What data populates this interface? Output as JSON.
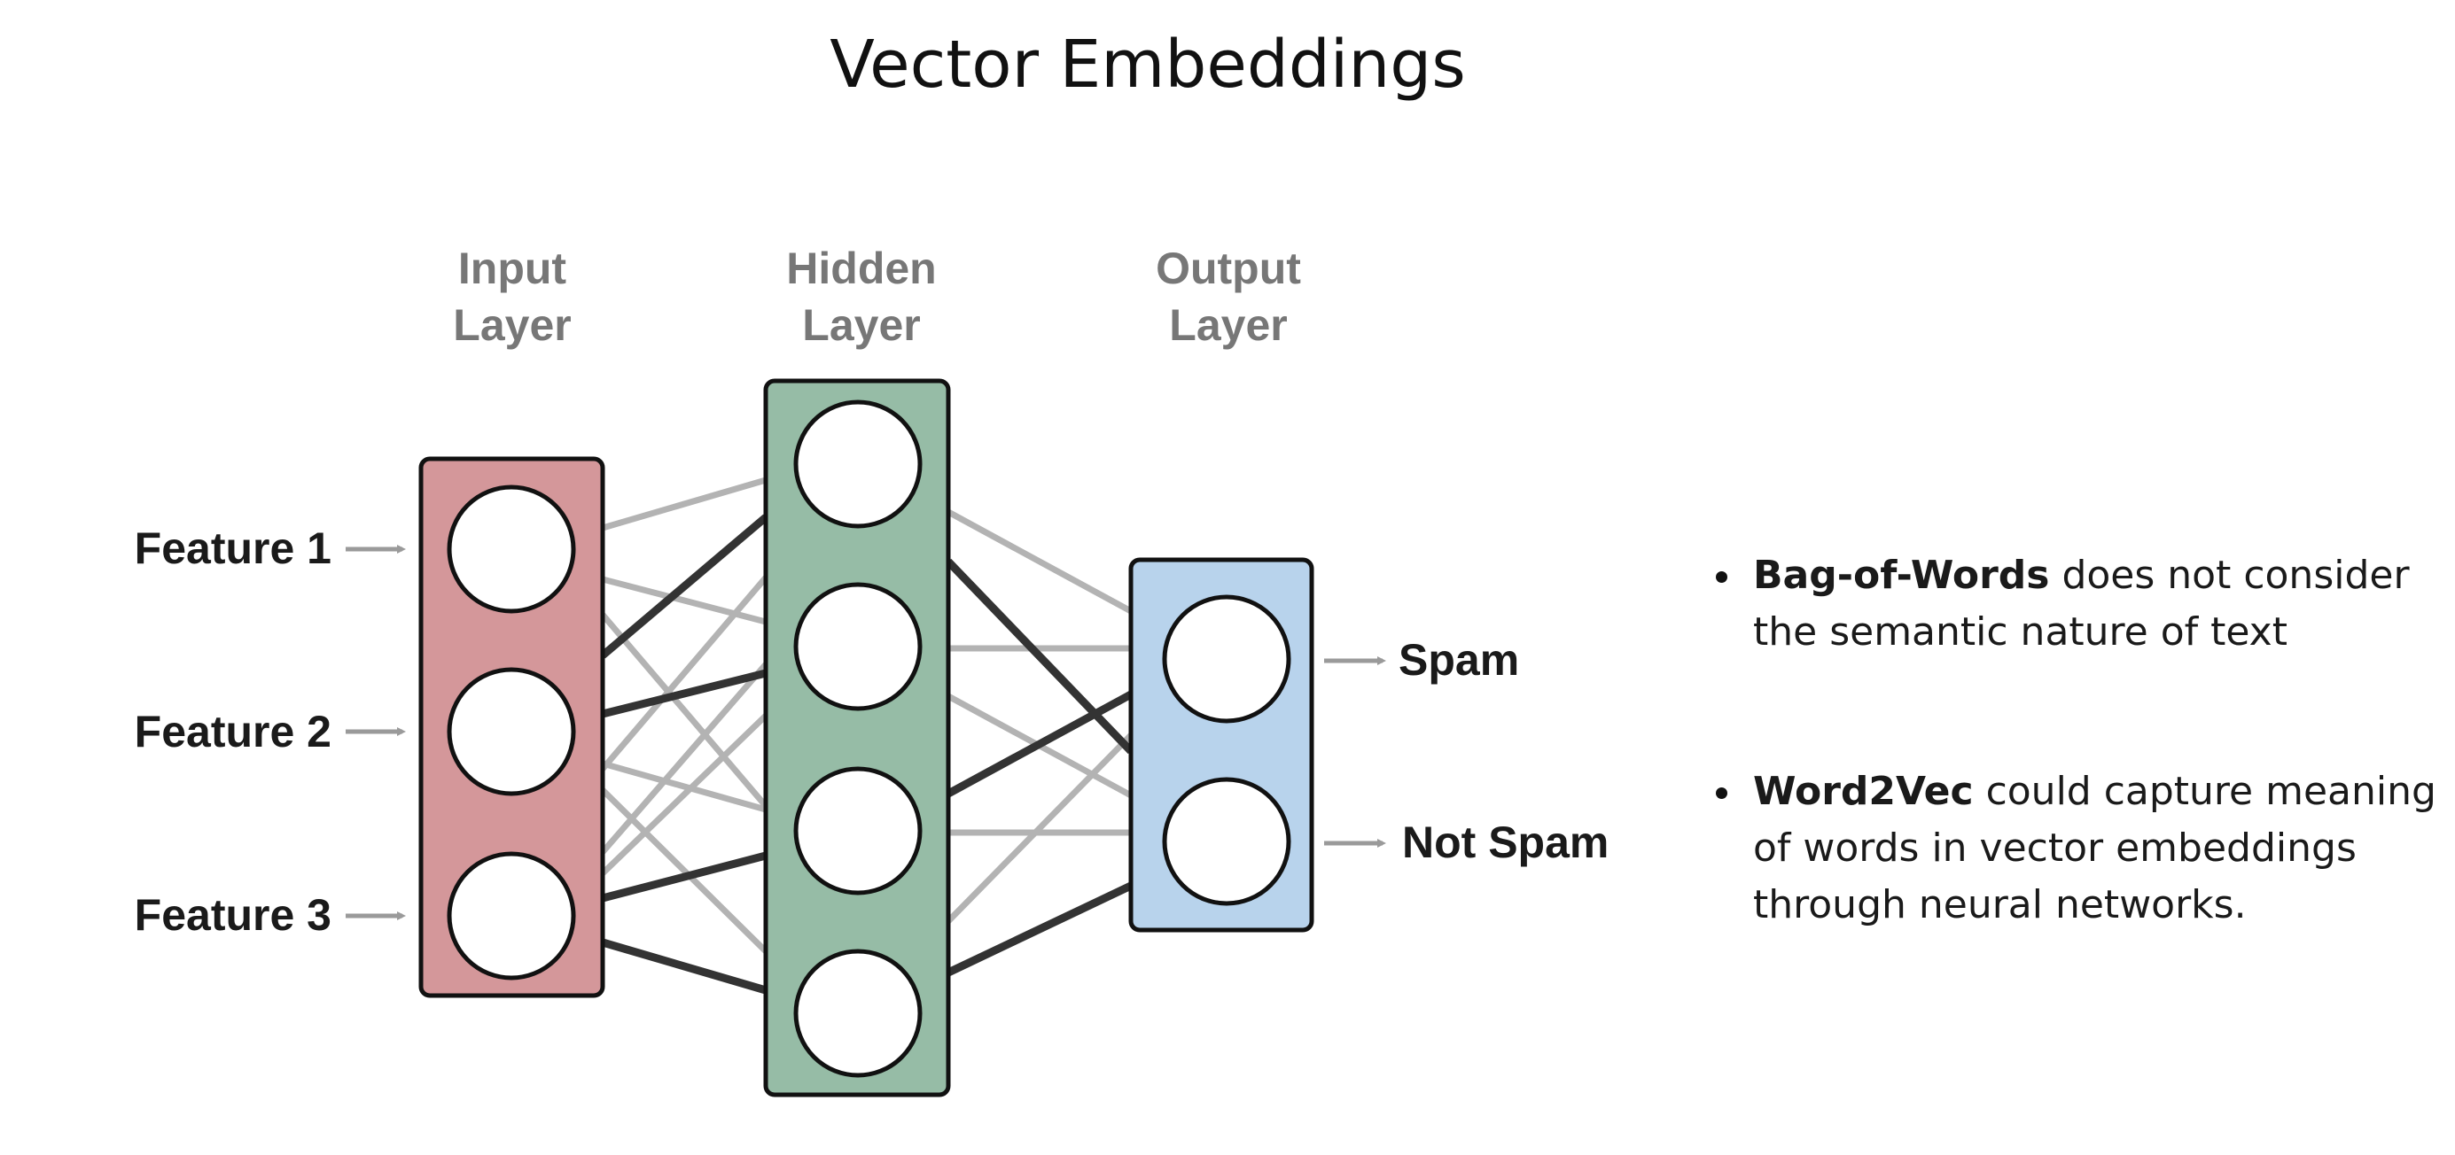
{
  "title": "Vector Embeddings",
  "layers": {
    "input": {
      "line1": "Input",
      "line2": "Layer",
      "color": "#d4979a"
    },
    "hidden": {
      "line1": "Hidden",
      "line2": "Layer",
      "color": "#96bca6"
    },
    "output": {
      "line1": "Output",
      "line2": "Layer",
      "color": "#b8d3ec"
    }
  },
  "inputs": [
    "Feature 1",
    "Feature 2",
    "Feature 3"
  ],
  "outputs": [
    "Spam",
    "Not Spam"
  ],
  "bullets": [
    {
      "bold": "Bag-of-Words",
      "rest": " does not consider the semantic nature of text"
    },
    {
      "bold": "Word2Vec",
      "rest": " could capture meaning of words in vector embeddings through neural networks."
    }
  ],
  "colors": {
    "strong_edge": "#333333",
    "weak_edge": "#b3b3b3",
    "layer_label": "#777777",
    "arrow": "#9a9a9a"
  }
}
